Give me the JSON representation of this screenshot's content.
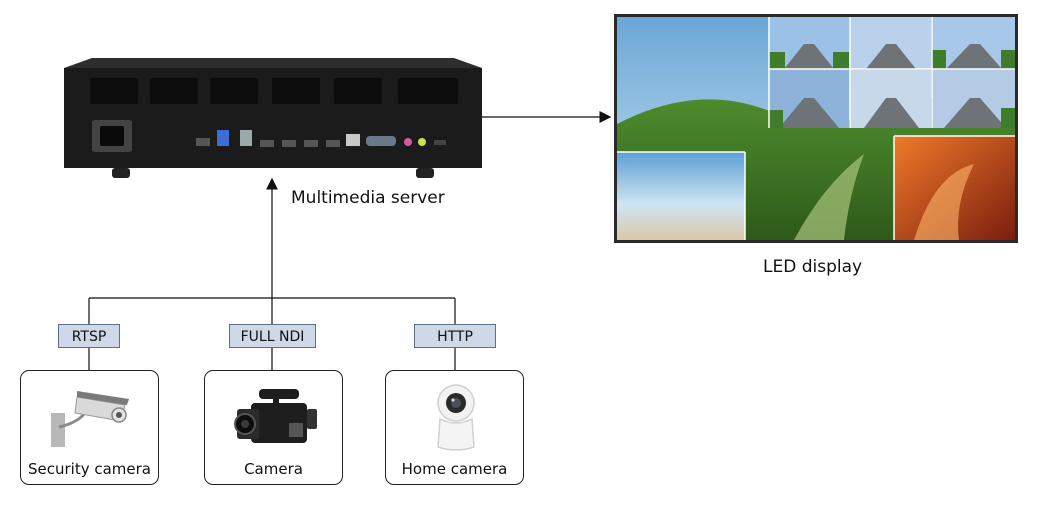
{
  "server": {
    "label": "Multimedia server"
  },
  "display": {
    "label": "LED display"
  },
  "protocols": [
    {
      "label": "RTSP"
    },
    {
      "label": "FULL NDI"
    },
    {
      "label": "HTTP"
    }
  ],
  "sources": [
    {
      "label": "Security camera",
      "icon": "security-camera-icon"
    },
    {
      "label": "Camera",
      "icon": "video-camera-icon"
    },
    {
      "label": "Home camera",
      "icon": "home-camera-icon"
    }
  ],
  "colors": {
    "line": "#111111",
    "protocol_fill": "#cfd8e6",
    "protocol_border": "#5a6f8f",
    "server_body": "#1b1b1b"
  }
}
